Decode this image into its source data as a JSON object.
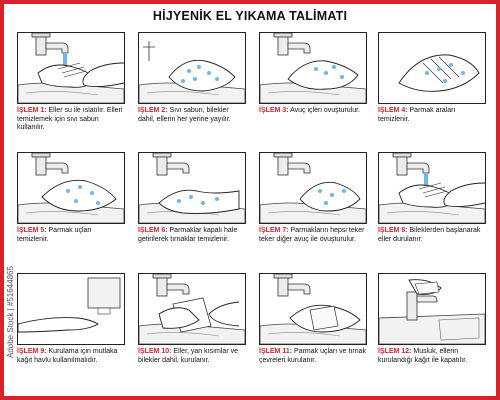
{
  "title": "HİJYENİK EL YIKAMA TALİMATI",
  "brand_color": "#d9232a",
  "watermark": "Adobe Stock | #51644865",
  "steps": [
    {
      "num": "İŞLEM 1:",
      "text": "Eller su ile ıslatılır. Elleri temizlemek için sıvı sabun kullanılır."
    },
    {
      "num": "İŞLEM 2:",
      "text": "Sıvı sabun, bilekler dahil, ellerin her yerine yayılır."
    },
    {
      "num": "İŞLEM 3:",
      "text": "Avuç içleri ovuşturulur."
    },
    {
      "num": "İŞLEM 4:",
      "text": "Parmak araları temizlenir."
    },
    {
      "num": "İŞLEM 5:",
      "text": "Parmak uçları temizlenir."
    },
    {
      "num": "İŞLEM 6:",
      "text": "Parmaklar kapalı hale getirilerek tırnaklar temizlenir."
    },
    {
      "num": "İŞLEM 7:",
      "text": "Parmakların hepsi teker teker diğer avuç ile ovuşturulur."
    },
    {
      "num": "İŞLEM 8:",
      "text": "Bileklerden başlanarak eller durulanır."
    },
    {
      "num": "İŞLEM 9:",
      "text": "Kurulama için mutlaka kağıt havlu kullanılmalıdır."
    },
    {
      "num": "İŞLEM 10:",
      "text": "Eller, yan kısımlar ve bilekler dahil, kurulanır."
    },
    {
      "num": "İŞLEM 11:",
      "text": "Parmak uçları ve tırnak çevreleri kurulanır."
    },
    {
      "num": "İŞLEM 12:",
      "text": "Musluk, ellerin kurulandığı kağıt ile kapatılır."
    }
  ]
}
